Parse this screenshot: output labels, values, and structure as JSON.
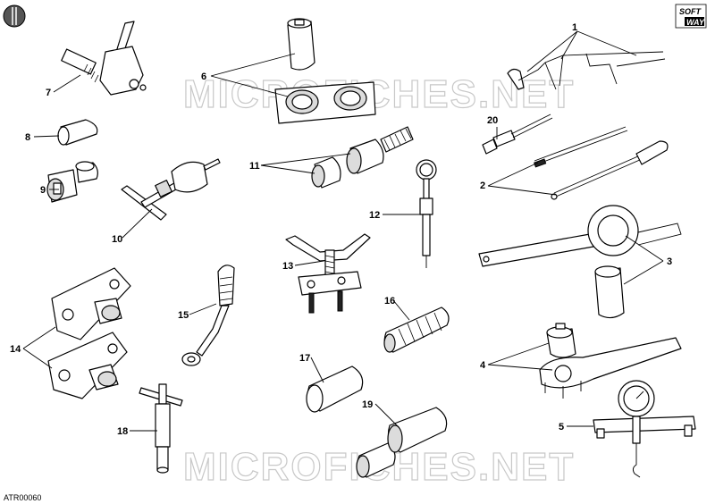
{
  "watermark": {
    "top": "MICROFICHES.NET",
    "bottom": "MICROFICHES.NET"
  },
  "brand": {
    "line1": "SOFT",
    "line2": "WAY"
  },
  "figure_code": "ATR00060",
  "callouts": [
    "1",
    "2",
    "3",
    "4",
    "5",
    "6",
    "7",
    "8",
    "9",
    "10",
    "11",
    "12",
    "13",
    "14",
    "15",
    "16",
    "17",
    "18",
    "19",
    "20"
  ]
}
